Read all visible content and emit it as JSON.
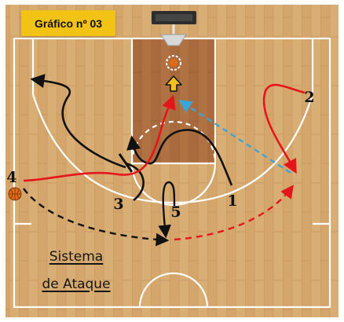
{
  "title": "Gráfico nº 03",
  "caption": {
    "line1": "Sistema",
    "line2": "de Ataque"
  },
  "players": [
    {
      "number": "1"
    },
    {
      "number": "2"
    },
    {
      "number": "3"
    },
    {
      "number": "4"
    },
    {
      "number": "5"
    }
  ],
  "colors": {
    "court_wood": "#d9ae75",
    "paint": "#b07243",
    "court_lines": "#ffffff",
    "title_badge": "#f2c315",
    "cut_path": "#e4161c",
    "dribble_path": "#111111",
    "pass_line": "#3aa6d8",
    "ball": "#e06a17",
    "target_arrow": "#f2c315"
  },
  "icons": [
    "basketball-hoop-icon",
    "basketball-icon",
    "target-arrow-icon"
  ]
}
